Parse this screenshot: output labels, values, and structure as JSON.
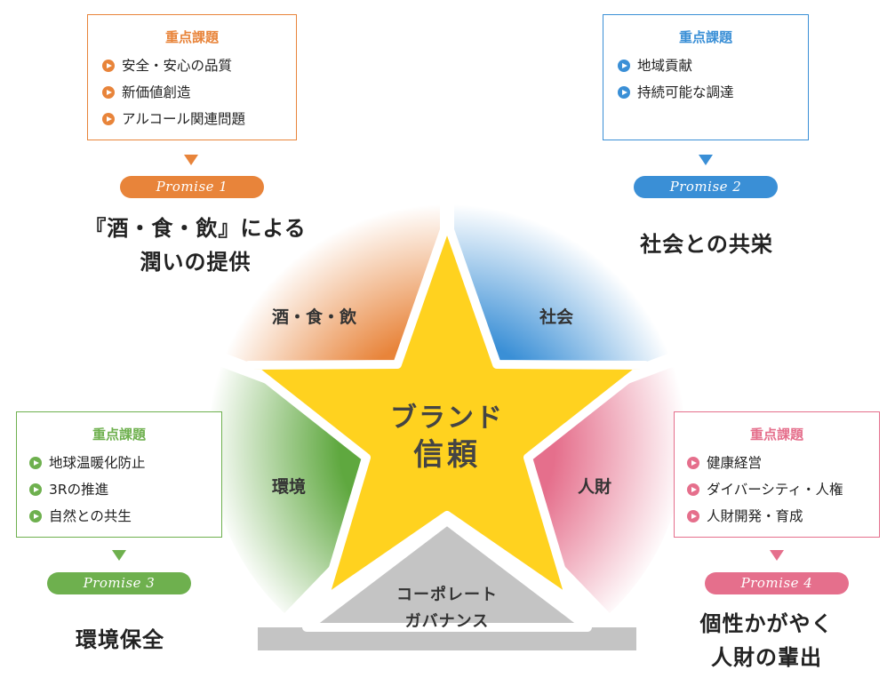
{
  "colors": {
    "orange": "#E8843A",
    "blue": "#3A8FD6",
    "green": "#6EB04E",
    "pink": "#E56F8C",
    "star": "#FFD21F",
    "governance": "#C4C4C4"
  },
  "center": {
    "line1": "ブランド",
    "line2": "信頼"
  },
  "governance": {
    "line1": "コーポレート",
    "line2": "ガバナンス"
  },
  "segments": {
    "top_left": "酒・食・飲",
    "top_right": "社会",
    "left": "環境",
    "right": "人財"
  },
  "promises": [
    {
      "box_title": "重点課題",
      "items": [
        "安全・安心の品質",
        "新価値創造",
        "アルコール関連問題"
      ],
      "pill": "Promise 1",
      "title_line1": "『酒・食・飲』による",
      "title_line2": "潤いの提供"
    },
    {
      "box_title": "重点課題",
      "items": [
        "地域貢献",
        "持続可能な調達"
      ],
      "pill": "Promise 2",
      "title_line1": "社会との共栄",
      "title_line2": ""
    },
    {
      "box_title": "重点課題",
      "items": [
        "地球温暖化防止",
        "3Rの推進",
        "自然との共生"
      ],
      "pill": "Promise 3",
      "title_line1": "環境保全",
      "title_line2": ""
    },
    {
      "box_title": "重点課題",
      "items": [
        "健康経営",
        "ダイバーシティ・人権",
        "人財開発・育成"
      ],
      "pill": "Promise 4",
      "title_line1": "個性かがやく",
      "title_line2": "人財の輩出"
    }
  ]
}
